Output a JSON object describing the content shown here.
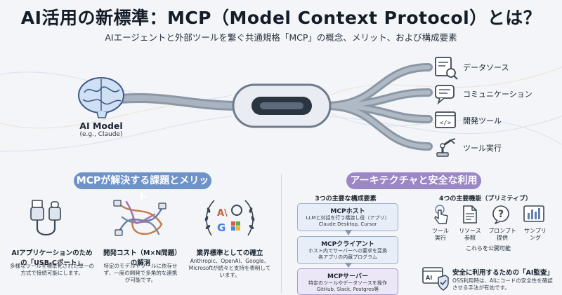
{
  "header": {
    "title": "AI活用の新標準：MCP（Model Context Protocol）とは？",
    "subtitle": "AIエージェントと外部ツールを繋ぐ共通規格「MCP」の概念、メリット、および構成要素"
  },
  "hero": {
    "ai_model_label": "AI Model",
    "ai_model_sub": "(e.g., Claude)",
    "tools": [
      {
        "label": "データソース",
        "icon": "database-search-icon"
      },
      {
        "label": "コミュニケーション",
        "icon": "chat-bubble-icon"
      },
      {
        "label": "開発ツール",
        "icon": "code-window-icon"
      },
      {
        "label": "ツール実行",
        "icon": "robot-arm-icon"
      }
    ]
  },
  "left": {
    "heading": "MCPが解決する課題とメリット",
    "cards": [
      {
        "title": "AIアプリケーションのための「USB-Cポート」",
        "text": "多様なツールを標準化された単一の方式で接続可能にします。"
      },
      {
        "title": "開発コスト（M×N問題）の解消",
        "text": "特定のモデルやツールに依存せず、一度の開発で多角的な連携が可能です。"
      },
      {
        "title": "業界標準としての確立",
        "text": "Anthropic、OpenAI、Google、Microsoftが続々と支持を表明しています。"
      }
    ]
  },
  "right": {
    "heading": "アーキテクチャと安全な利用",
    "components_heading": "3つの主要な構成要素",
    "components": [
      {
        "title": "MCPホスト",
        "line1": "LLMと対話を行う橋渡し役（アプリ）",
        "line2": "Claude Desktop, Cursor"
      },
      {
        "title": "MCPクライアント",
        "line1": "ホスト内でサーバーへの要求を変換",
        "line2": "各アプリの内蔵プログラム"
      },
      {
        "title": "MCPサーバー",
        "line1": "特定のツールやデータソースを操作",
        "line2": "GitHub, Slack, Postgres等"
      }
    ],
    "primitives_heading": "4つの主要機能（プリミティブ）",
    "primitives": [
      {
        "label1": "ツール",
        "label2": "実行"
      },
      {
        "label1": "リソース",
        "label2": "参照"
      },
      {
        "label1": "プロンプト",
        "label2": "提供"
      },
      {
        "label1": "サンプリ",
        "label2": "ング"
      }
    ],
    "primitives_note": "これらを公開可能",
    "audit_title": "安全に利用するための「AI監査」",
    "audit_text": "OSS利用時は、AIにコードの安全性を確認させる手法が有効です。",
    "audit_icon_text": "AI"
  },
  "colors": {
    "blue_pill": "#6d93c8",
    "purple_pill": "#9b86c6"
  }
}
